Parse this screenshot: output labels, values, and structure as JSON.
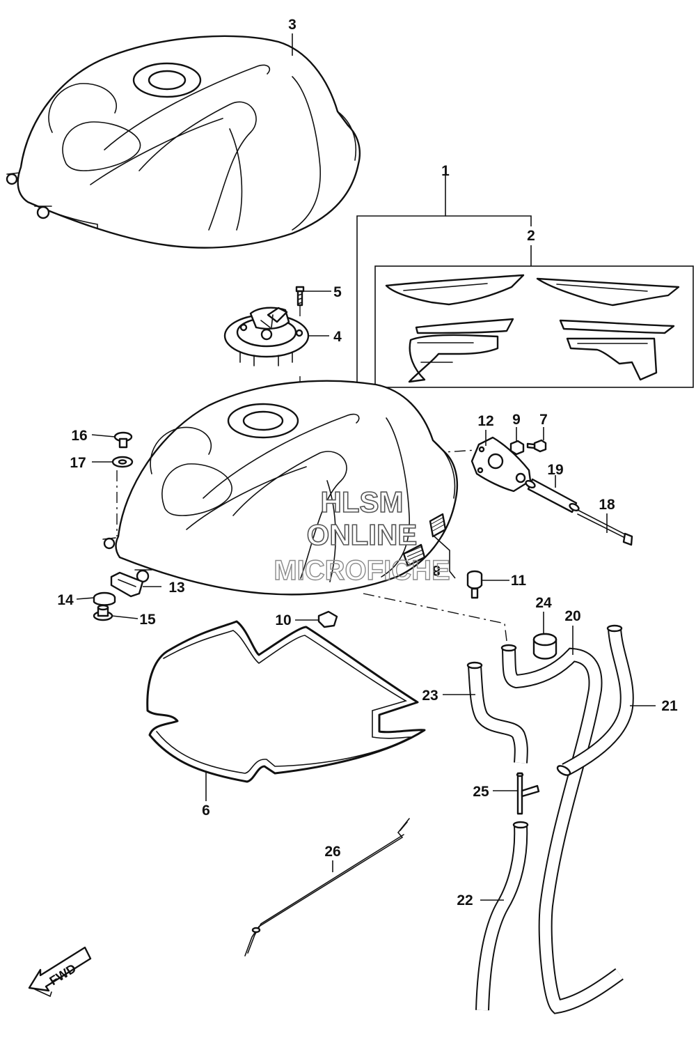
{
  "callouts": {
    "c1": "1",
    "c2": "2",
    "c3": "3",
    "c4": "4",
    "c5": "5",
    "c6": "6",
    "c7": "7",
    "c8": "8",
    "c9": "9",
    "c10": "10",
    "c11": "11",
    "c12": "12",
    "c13": "13",
    "c14": "14",
    "c15": "15",
    "c16": "16",
    "c17": "17",
    "c18": "18",
    "c19": "19",
    "c20": "20",
    "c21": "21",
    "c22": "22",
    "c23": "23",
    "c24": "24",
    "c25": "25",
    "c26": "26"
  },
  "direction_label": "FWD",
  "watermark": {
    "line1": "HLSM",
    "line2": "ONLINE",
    "line3": "MICROFICHE"
  },
  "icons": {
    "direction": "fwd-arrow-icon"
  }
}
